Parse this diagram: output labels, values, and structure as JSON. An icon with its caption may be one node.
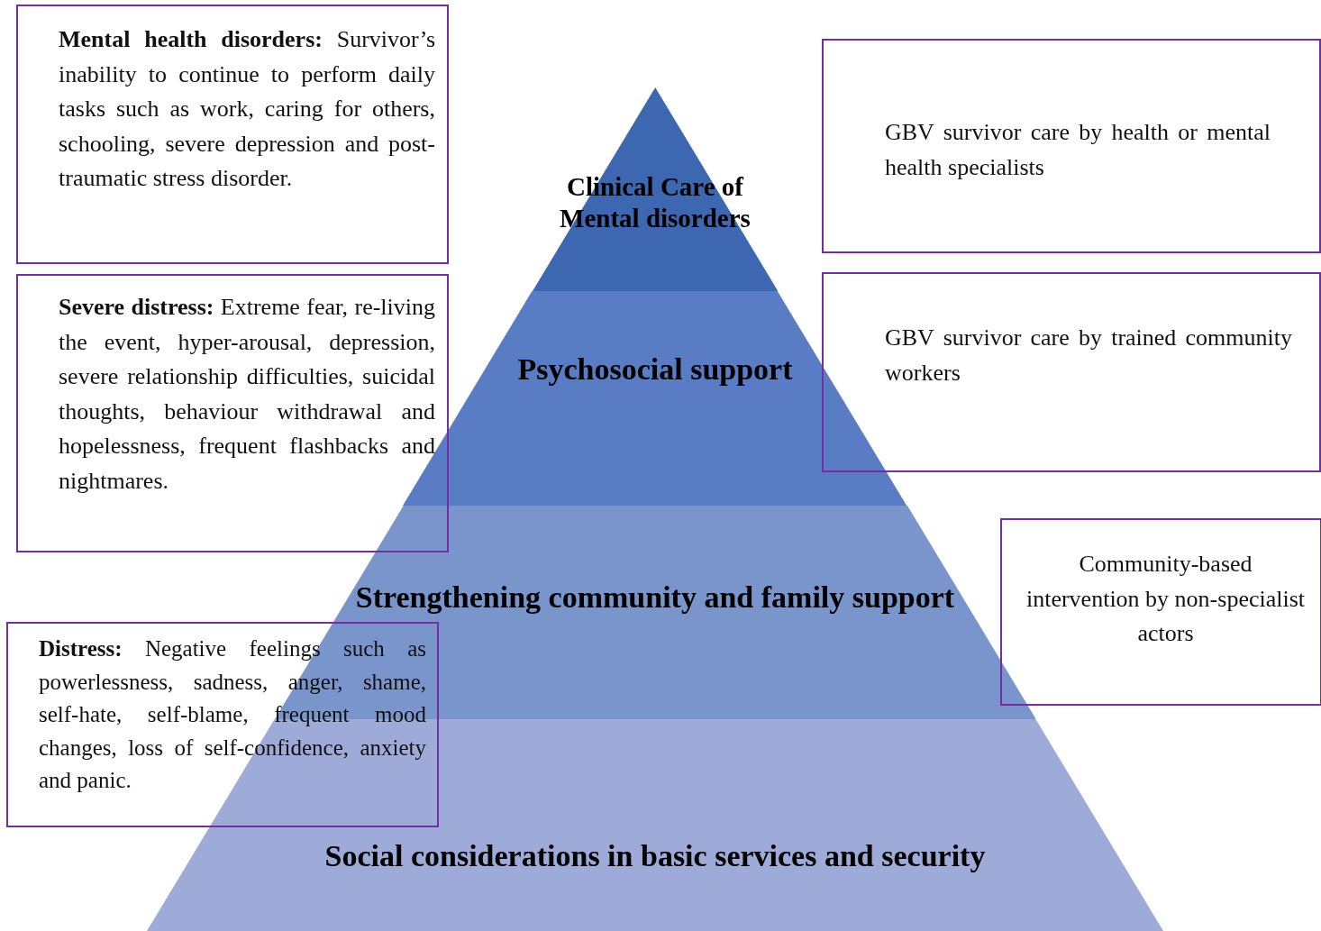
{
  "diagram": {
    "nodes": [
      {
        "text": [
          "**Mental health disorders:** Survivor’s inability to continue to perform daily tasks such as work, caring for others, schooling, severe depression and post-traumatic stress disorder."
        ]
      },
      {
        "text": [
          "Clinical Care of Mental disorders"
        ]
      },
      {
        "text": [
          "GBV survivor care by health or mental health specialists"
        ]
      },
      {
        "text": [
          "**Severe distress:** Extreme fear, re-living the event, hyper-arousal, depression, severe relationship difficulties, suicidal thoughts, behaviour withdrawal and hopelessness, frequent flashbacks and nightmares."
        ]
      },
      {
        "text": [
          "Psychosocial support"
        ]
      },
      {
        "text": [
          "GBV survivor care by trained community workers"
        ]
      },
      {
        "text": [
          "Strengthening community and family support"
        ]
      },
      {
        "text": [
          "Community-based intervention by non-specialist actors"
        ]
      },
      {
        "text": [
          "**Distress:** Negative feelings such as powerlessness, sadness, anger, shame, self-hate, self-blame, frequent mood changes, loss of self-confidence, anxiety and panic."
        ]
      },
      {
        "text": [
          "Social considerations in basic services and security"
        ]
      }
    ]
  }
}
